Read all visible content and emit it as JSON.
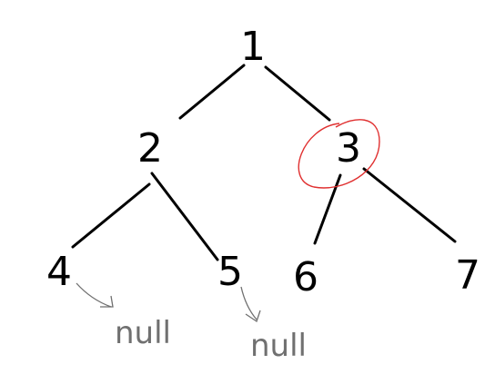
{
  "tree": {
    "nodes": [
      {
        "id": "n1",
        "label": "1",
        "highlighted": false
      },
      {
        "id": "n2",
        "label": "2",
        "highlighted": false
      },
      {
        "id": "n3",
        "label": "3",
        "highlighted": true
      },
      {
        "id": "n4",
        "label": "4",
        "highlighted": false
      },
      {
        "id": "n5",
        "label": "5",
        "highlighted": false
      },
      {
        "id": "n6",
        "label": "6",
        "highlighted": false
      },
      {
        "id": "n7",
        "label": "7",
        "highlighted": false
      }
    ],
    "edges": [
      {
        "from": "n1",
        "to": "n2"
      },
      {
        "from": "n1",
        "to": "n3"
      },
      {
        "from": "n2",
        "to": "n4"
      },
      {
        "from": "n2",
        "to": "n5"
      },
      {
        "from": "n3",
        "to": "n6"
      },
      {
        "from": "n3",
        "to": "n7"
      }
    ],
    "annotations": [
      {
        "id": "a4",
        "from": "n4",
        "text": "null"
      },
      {
        "id": "a5",
        "from": "n5",
        "text": "null"
      }
    ]
  },
  "colors": {
    "edge": "#000000",
    "highlight": "#e03030",
    "annotation": "#707070"
  }
}
